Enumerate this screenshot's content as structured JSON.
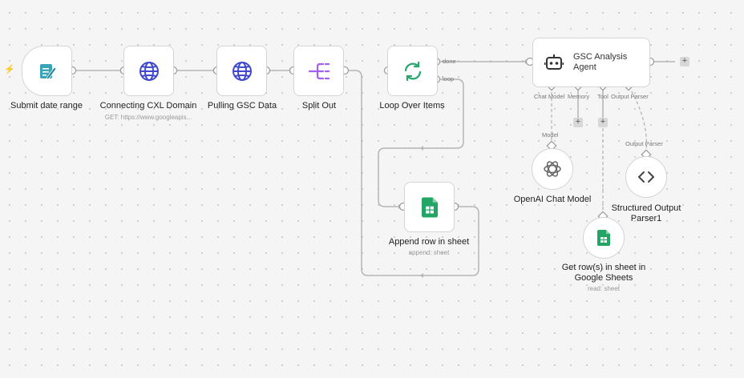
{
  "nodes": {
    "submit": {
      "label": "Submit date range"
    },
    "cxl": {
      "label": "Connecting CXL Domain",
      "sub": "GET: https://www.googleapis..."
    },
    "gsc": {
      "label": "Pulling GSC Data"
    },
    "split": {
      "label": "Split Out"
    },
    "loop": {
      "label": "Loop Over Items",
      "done_label": "done",
      "loop_label": "loop"
    },
    "agent": {
      "title": "GSC Analysis Agent",
      "ports": [
        "Chat Model",
        "Memory",
        "Tool",
        "Output Parser"
      ]
    },
    "append": {
      "label": "Append row in sheet",
      "sub": "append: sheet"
    },
    "openai": {
      "label": "OpenAI Chat Model",
      "port_label": "Model"
    },
    "parser": {
      "label": "Structured Output Parser1",
      "port_label": "Output Parser"
    },
    "getrows": {
      "label": "Get row(s) in sheet in Google Sheets",
      "sub": "read: sheet"
    }
  },
  "icons": {
    "form": "form-icon",
    "http": "globe-icon",
    "split": "split-out-icon",
    "loop": "loop-icon",
    "agent": "robot-icon",
    "sheets": "google-sheets-icon",
    "openai": "openai-icon",
    "parser": "code-brackets-icon",
    "add": "+"
  },
  "colors": {
    "edge": "#b5b5b5",
    "http": "#3f48cc",
    "split": "#a25ff1",
    "loop": "#2aa56f",
    "sheets": "#22a565",
    "trigger": "#ff6d5a"
  }
}
